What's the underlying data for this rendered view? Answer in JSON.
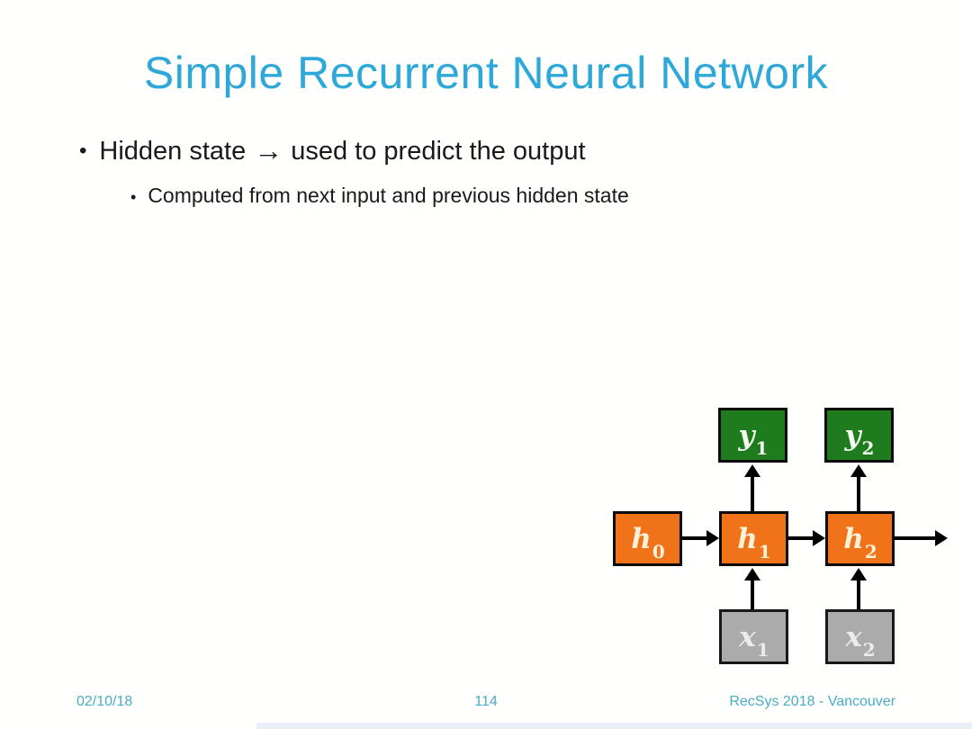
{
  "slide": {
    "title": "Simple Recurrent Neural Network",
    "bullets": {
      "main": {
        "marker": "•",
        "pre": "Hidden state",
        "arrow": "→",
        "post": "used to predict the output"
      },
      "sub": {
        "marker": "•",
        "text": "Computed from next input and previous hidden state"
      }
    },
    "footer": {
      "date": "02/10/18",
      "page": "114",
      "credit": "RecSys 2018 - Vancouver"
    },
    "colors": {
      "title_text": "#2EA7D9",
      "footer_text": "#4BACC6",
      "hidden_node_fill": "#F0731A",
      "output_node_fill": "#1E7B1E",
      "input_node_fill": "#ABABAB",
      "node_border": "#0B0B0B",
      "arrow": "#000000",
      "background": "#FFFFFE"
    }
  },
  "diagram": {
    "nodes": [
      {
        "id": "y1",
        "base": "y",
        "sub": "1",
        "role": "output"
      },
      {
        "id": "y2",
        "base": "y",
        "sub": "2",
        "role": "output"
      },
      {
        "id": "h0",
        "base": "h",
        "sub": "0",
        "role": "hidden"
      },
      {
        "id": "h1",
        "base": "h",
        "sub": "1",
        "role": "hidden"
      },
      {
        "id": "h2",
        "base": "h",
        "sub": "2",
        "role": "hidden"
      },
      {
        "id": "x1",
        "base": "x",
        "sub": "1",
        "role": "input"
      },
      {
        "id": "x2",
        "base": "x",
        "sub": "2",
        "role": "input"
      }
    ],
    "edges": [
      {
        "from": "h0",
        "to": "h1",
        "direction": "right"
      },
      {
        "from": "h1",
        "to": "h2",
        "direction": "right"
      },
      {
        "from": "h2",
        "to": "out",
        "direction": "right"
      },
      {
        "from": "h1",
        "to": "y1",
        "direction": "up"
      },
      {
        "from": "h2",
        "to": "y2",
        "direction": "up"
      },
      {
        "from": "x1",
        "to": "h1",
        "direction": "up"
      },
      {
        "from": "x2",
        "to": "h2",
        "direction": "up"
      }
    ]
  }
}
